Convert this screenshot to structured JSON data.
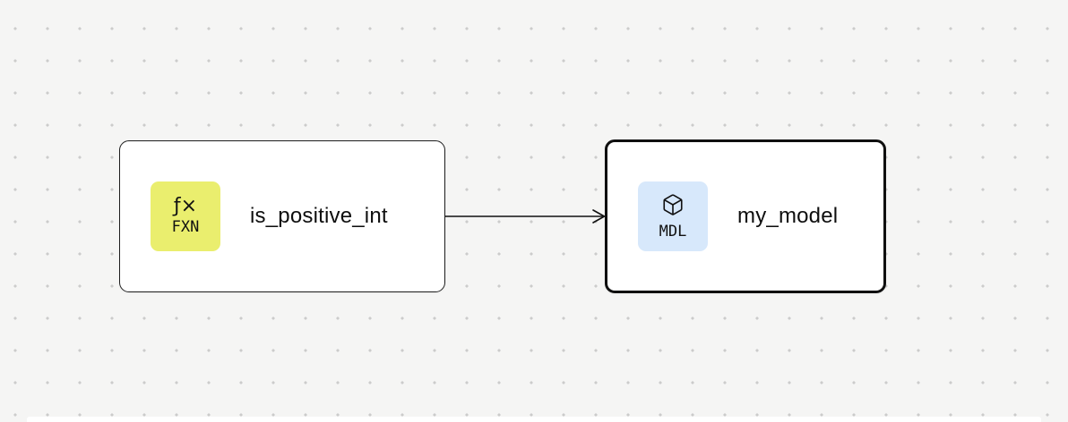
{
  "canvas": {
    "background_color": "#f5f5f4",
    "dot_color": "#cccccb"
  },
  "nodes": [
    {
      "id": "is_positive_int",
      "label": "is_positive_int",
      "type": "FXN",
      "icon": "function-icon",
      "icon_glyph": "ƒ×",
      "badge_color": "#eaee6e",
      "selected": false
    },
    {
      "id": "my_model",
      "label": "my_model",
      "type": "MDL",
      "icon": "cube-icon",
      "badge_color": "#d7e8fb",
      "selected": true
    }
  ],
  "edges": [
    {
      "from": "is_positive_int",
      "to": "my_model"
    }
  ]
}
